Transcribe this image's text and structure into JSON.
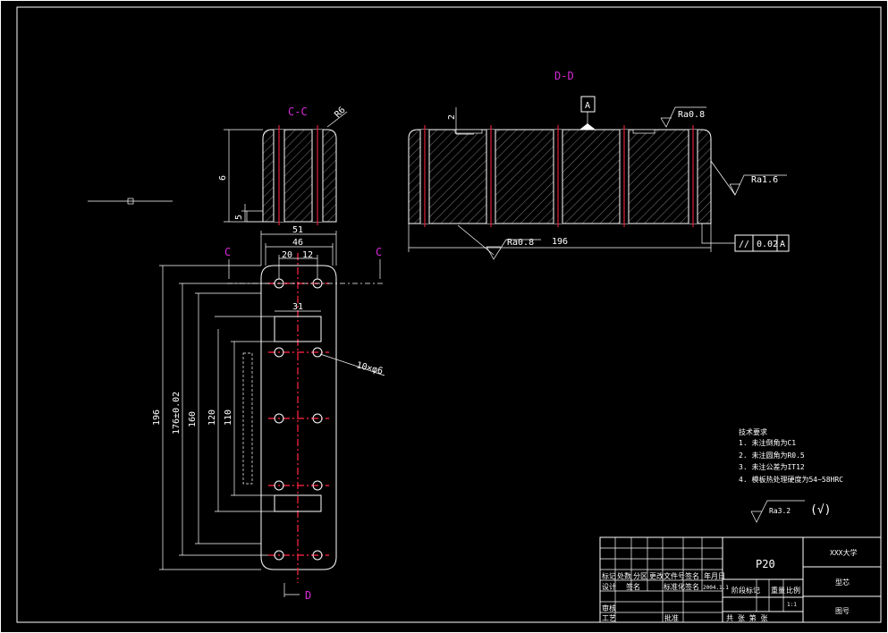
{
  "views": {
    "section_dd": "D-D",
    "section_cc": "C-C",
    "cut_c_left": "C",
    "cut_c_right": "C",
    "cut_d": "D"
  },
  "dimensions": {
    "r6": "R6",
    "d2": "2",
    "d6": "6",
    "d5": "5",
    "d51": "51",
    "d46": "46",
    "d20": "20",
    "d12": "12",
    "d31": "31",
    "holes": "10×φ6",
    "d196_plan": "196",
    "d176": "176±0.02",
    "d160": "160",
    "d120": "120",
    "d110": "110",
    "d196_dd": "196"
  },
  "surface": {
    "ra08_top": "Ra0.8",
    "ra16": "Ra1.6",
    "ra08_bottom": "Ra0.8",
    "ra32": "Ra3.2",
    "check_mark": "(√)"
  },
  "datum": {
    "letter": "A",
    "tolerance_symbol": "//",
    "tolerance_value": "0.02",
    "tolerance_ref": "A"
  },
  "technical_requirements": {
    "title": "技术要求",
    "items": [
      "1. 未注倒角为C1",
      "2. 未注圆角为R0.5",
      "3. 未注公差为IT12",
      "4. 模板热处理硬度为54~58HRC"
    ]
  },
  "title_block": {
    "part_code": "P20",
    "university": "XXX大学",
    "name_label": "型芯",
    "drawing_no_label": "图号",
    "header_cells": [
      "标记",
      "处数",
      "分区",
      "更改文件号",
      "签名",
      "年月日"
    ],
    "row_design": [
      "设计",
      "签名",
      "标准化",
      "签名",
      "2004.1.1"
    ],
    "stage_label": "阶段标记",
    "weight_label": "重量",
    "scale_label": "比例",
    "scale_value": "1:1",
    "review_label": "审核",
    "process_label": "工艺",
    "approve_label": "批准",
    "sheets_label": "共  张 第  张"
  }
}
